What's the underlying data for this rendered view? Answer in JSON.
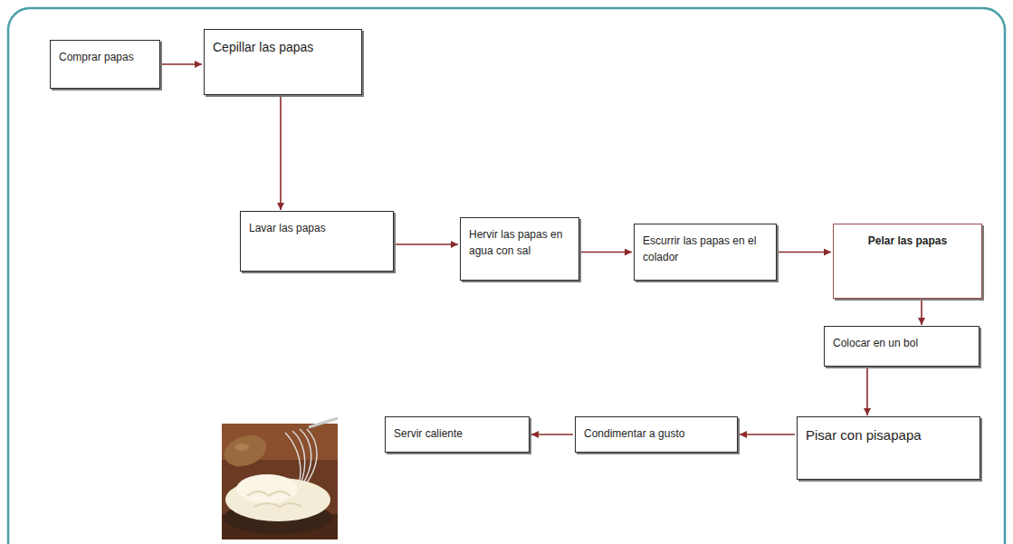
{
  "diagram": {
    "nodes": [
      {
        "text": [
          "Comprar papas"
        ]
      },
      {
        "text": [
          "Cepillar las papas"
        ]
      },
      {
        "text": [
          "Lavar las papas"
        ]
      },
      {
        "text": [
          "Hervir las papas en agua con sal"
        ]
      },
      {
        "text": [
          "Escurrir las papas en el colador"
        ]
      },
      {
        "text": [
          "Pelar las papas"
        ]
      },
      {
        "text": [
          "Colocar en un bol"
        ]
      },
      {
        "text": [
          "Pisar con pisapapa"
        ]
      },
      {
        "text": [
          "Condimentar a gusto"
        ]
      },
      {
        "text": [
          "Servir caliente"
        ]
      }
    ],
    "edges": [
      {
        "from": 0,
        "to": 1,
        "arrow": "to"
      },
      {
        "from": 1,
        "to": 2,
        "arrow": "to"
      },
      {
        "from": 2,
        "to": 3,
        "arrow": "to"
      },
      {
        "from": 3,
        "to": 4,
        "arrow": "to"
      },
      {
        "from": 4,
        "to": 5,
        "arrow": "to"
      },
      {
        "from": 5,
        "to": 6,
        "arrow": "to"
      },
      {
        "from": 6,
        "to": 7,
        "arrow": "to"
      },
      {
        "from": 7,
        "to": 8,
        "arrow": "to"
      },
      {
        "from": 8,
        "to": 9,
        "arrow": "to"
      }
    ]
  }
}
